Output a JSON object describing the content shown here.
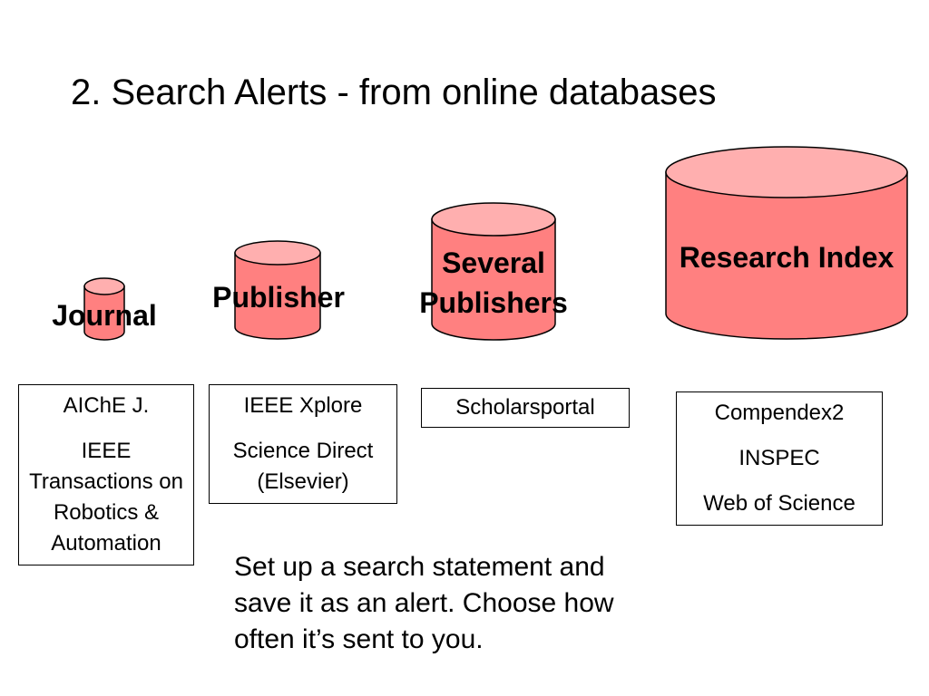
{
  "title": "2. Search Alerts - from online databases",
  "colors": {
    "cylinder_body": "#ff8080",
    "cylinder_top": "#ffafaf",
    "outline": "#000000"
  },
  "tiers": [
    {
      "label": "Journal",
      "entries": [
        "AIChE J.",
        "IEEE Transactions on Robotics & Automation"
      ]
    },
    {
      "label": "Publisher",
      "entries": [
        "IEEE Xplore",
        "Science Direct (Elsevier)"
      ]
    },
    {
      "label": "Several Publishers",
      "entries": [
        "Scholarsportal"
      ]
    },
    {
      "label": "Research Index",
      "entries": [
        "Compendex2",
        "INSPEC",
        "Web of Science"
      ]
    }
  ],
  "note": "Set up a search statement and save it as an alert. Choose how often it’s sent to you."
}
